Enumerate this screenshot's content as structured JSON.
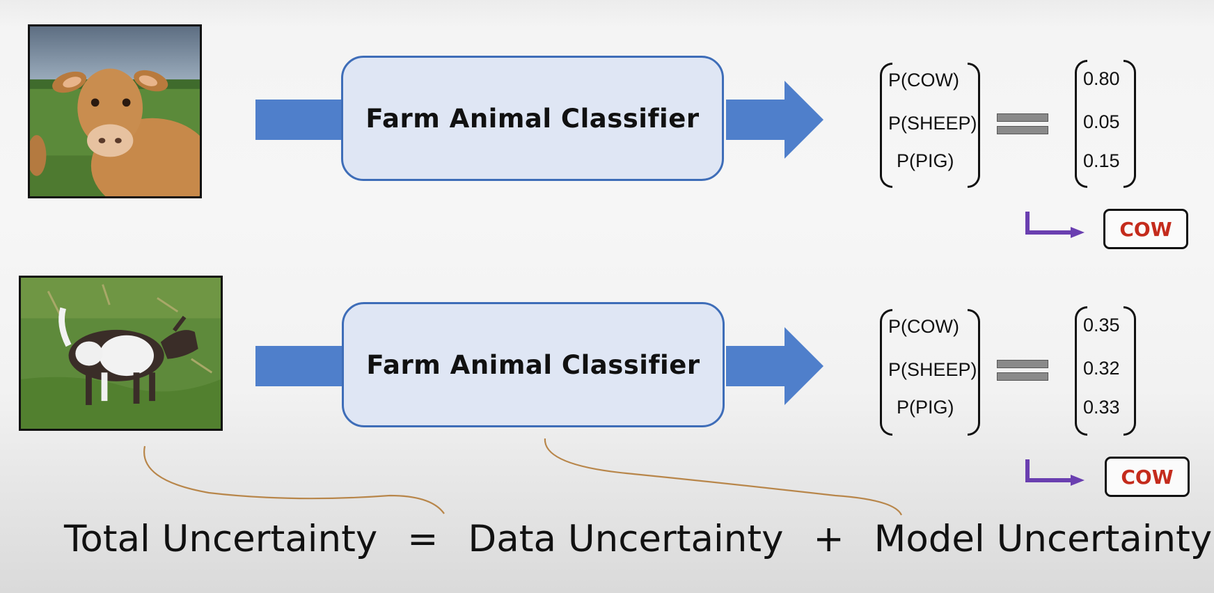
{
  "rows": [
    {
      "image": "cow-photo",
      "classifier_label": "Farm Animal Classifier",
      "probabilities": [
        {
          "label": "P(COW)",
          "value": "0.80"
        },
        {
          "label": "P(SHEEP)",
          "value": "0.05"
        },
        {
          "label": "P(PIG)",
          "value": "0.15"
        }
      ],
      "prediction": "COW"
    },
    {
      "image": "goat-photo",
      "classifier_label": "Farm Animal Classifier",
      "probabilities": [
        {
          "label": "P(COW)",
          "value": "0.35"
        },
        {
          "label": "P(SHEEP)",
          "value": "0.32"
        },
        {
          "label": "P(PIG)",
          "value": "0.33"
        }
      ],
      "prediction": "COW"
    }
  ],
  "formula": {
    "total": "Total Uncertainty",
    "equals": "=",
    "data": "Data Uncertainty",
    "plus": "+",
    "model": "Model Uncertainty"
  },
  "colors": {
    "arrow": "#4f7fcb",
    "classifier_fill": "#dfe6f4",
    "classifier_border": "#3e6db8",
    "prediction_text": "#c42b1c",
    "elbow_arrow": "#6a3fb0",
    "annotation_curve": "#b8864a"
  }
}
